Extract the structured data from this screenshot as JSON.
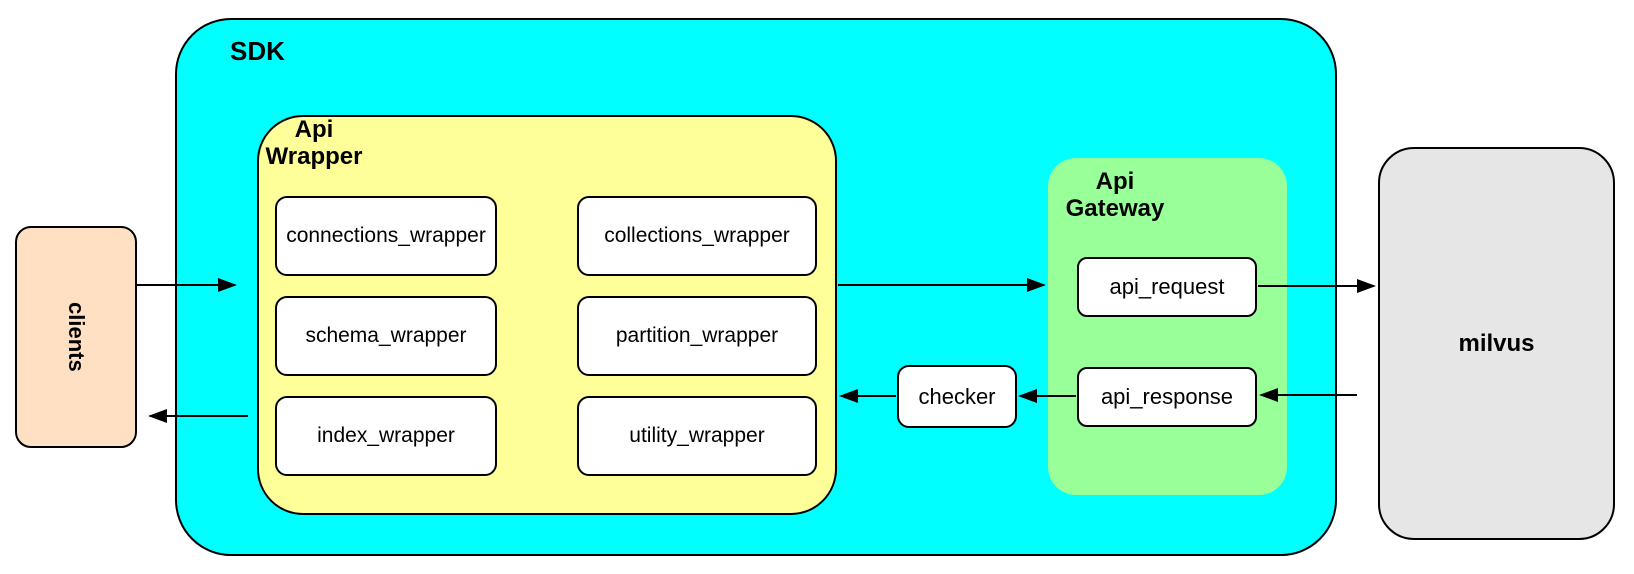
{
  "diagram": {
    "clients": {
      "label": "clients"
    },
    "sdk": {
      "label": "SDK"
    },
    "api_wrapper": {
      "label": "Api\nWrapper",
      "boxes": [
        "connections_wrapper",
        "collections_wrapper",
        "schema_wrapper",
        "partition_wrapper",
        "index_wrapper",
        "utility_wrapper"
      ]
    },
    "checker": {
      "label": "checker"
    },
    "api_gateway": {
      "label": "Api\nGateway",
      "request_label": "api_request",
      "response_label": "api_response"
    },
    "milvus": {
      "label": "milvus"
    }
  },
  "colors": {
    "cyan": "#00ffff",
    "yellow": "#ffff99",
    "green": "#99ff99",
    "peach": "#ffe0c2",
    "gray": "#e6e6e6",
    "box_fill": "#ffffff",
    "stroke": "#000000"
  }
}
